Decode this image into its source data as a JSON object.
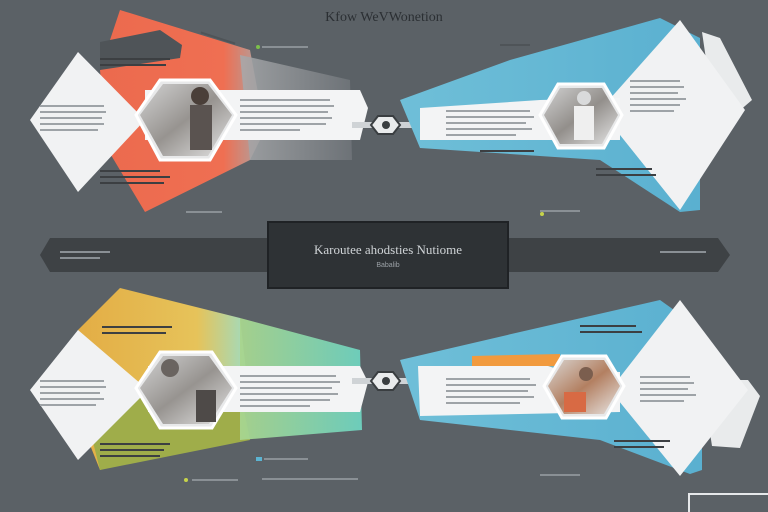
{
  "title": "Kfow WeVWonetion",
  "banner": {
    "title": "Karoutee ahodsties Nutiome",
    "subtitle": "Babalib"
  },
  "colors": {
    "background": "#5b6166",
    "red": "#ec6a4e",
    "blue": "#5cb4d2",
    "yellow": "#e9b34a",
    "green": "#9fad4a",
    "teal": "#7cd3bd",
    "orange": "#f19a3e",
    "banner": "#2f3336",
    "panel": "#f1f2f3"
  },
  "icons": [
    "hexagon-photo",
    "chain-link-icon",
    "grey-bullet-icon",
    "green-bullet-icon",
    "blue-bullet-icon",
    "corner-frame"
  ]
}
